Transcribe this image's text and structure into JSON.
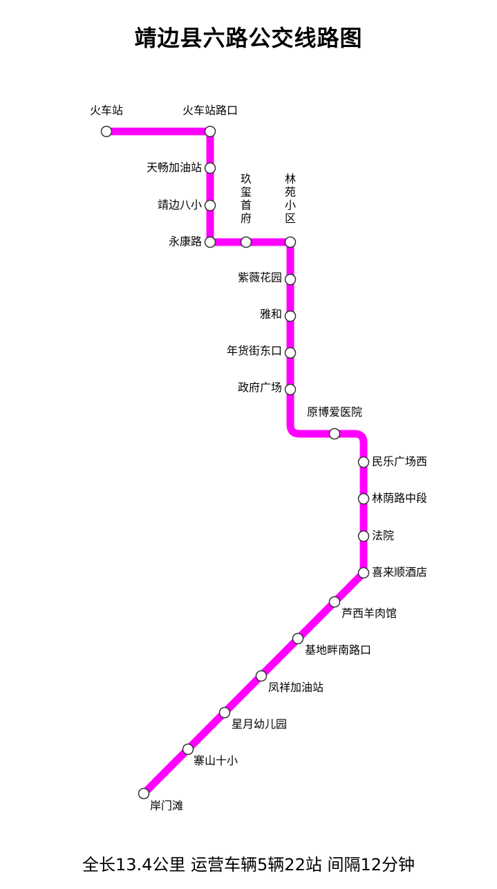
{
  "title": "靖边县六路公交线路图",
  "footer": "全长13.4公里 运营车辆5辆22站 间隔12分钟",
  "line_color": "#ff00ff",
  "stops": [
    {
      "name": "火车站",
      "label_pos": "above",
      "orientation": "horizontal"
    },
    {
      "name": "火车站路口",
      "label_pos": "above",
      "orientation": "horizontal"
    },
    {
      "name": "天畅加油站",
      "label_pos": "left",
      "orientation": "horizontal"
    },
    {
      "name": "靖边八小",
      "label_pos": "left",
      "orientation": "horizontal"
    },
    {
      "name": "永康路",
      "label_pos": "left",
      "orientation": "horizontal"
    },
    {
      "name": "玖玺首府",
      "label_pos": "above",
      "orientation": "vertical"
    },
    {
      "name": "林苑小区",
      "label_pos": "above",
      "orientation": "vertical"
    },
    {
      "name": "紫薇花园",
      "label_pos": "left",
      "orientation": "horizontal"
    },
    {
      "name": "雅和",
      "label_pos": "left",
      "orientation": "horizontal"
    },
    {
      "name": "年货街东口",
      "label_pos": "left",
      "orientation": "horizontal"
    },
    {
      "name": "政府广场",
      "label_pos": "left",
      "orientation": "horizontal"
    },
    {
      "name": "原博爱医院",
      "label_pos": "above",
      "orientation": "horizontal"
    },
    {
      "name": "民乐广场西",
      "label_pos": "right",
      "orientation": "horizontal"
    },
    {
      "name": "林荫路中段",
      "label_pos": "right",
      "orientation": "horizontal"
    },
    {
      "name": "法院",
      "label_pos": "right",
      "orientation": "horizontal"
    },
    {
      "name": "喜来顺酒店",
      "label_pos": "right",
      "orientation": "horizontal"
    },
    {
      "name": "芦西羊肉馆",
      "label_pos": "below-right",
      "orientation": "horizontal"
    },
    {
      "name": "基地畔南路口",
      "label_pos": "below-right",
      "orientation": "horizontal"
    },
    {
      "name": "凤祥加油站",
      "label_pos": "below-right",
      "orientation": "horizontal"
    },
    {
      "name": "星月幼儿园",
      "label_pos": "below-right",
      "orientation": "horizontal"
    },
    {
      "name": "寨山十小",
      "label_pos": "below-right",
      "orientation": "horizontal"
    },
    {
      "name": "岸门滩",
      "label_pos": "below-right",
      "orientation": "horizontal"
    }
  ]
}
